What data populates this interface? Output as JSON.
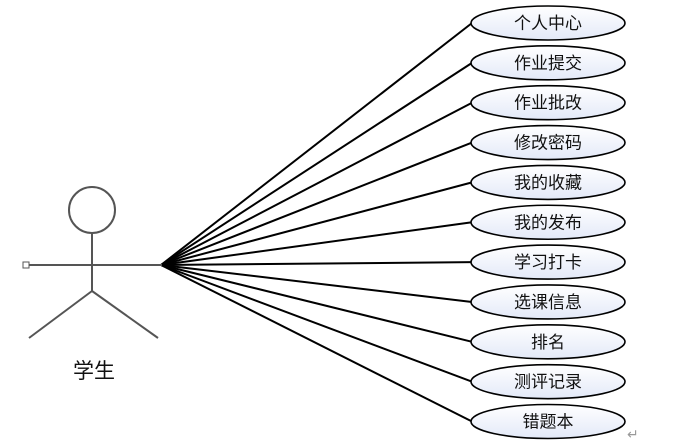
{
  "actor": {
    "label": "学生"
  },
  "use_cases": [
    {
      "label": "个人中心"
    },
    {
      "label": "作业提交"
    },
    {
      "label": "作业批改"
    },
    {
      "label": "修改密码"
    },
    {
      "label": "我的收藏"
    },
    {
      "label": "我的发布"
    },
    {
      "label": "学习打卡"
    },
    {
      "label": "选课信息"
    },
    {
      "label": "排名"
    },
    {
      "label": "测评记录"
    },
    {
      "label": "错题本"
    }
  ],
  "colors": {
    "ellipse_fill_top": "#ffffff",
    "ellipse_fill_bottom": "#e3e9f8",
    "line": "#000000",
    "actor_stroke": "#555555"
  },
  "icons": {
    "return_mark": "↵"
  }
}
